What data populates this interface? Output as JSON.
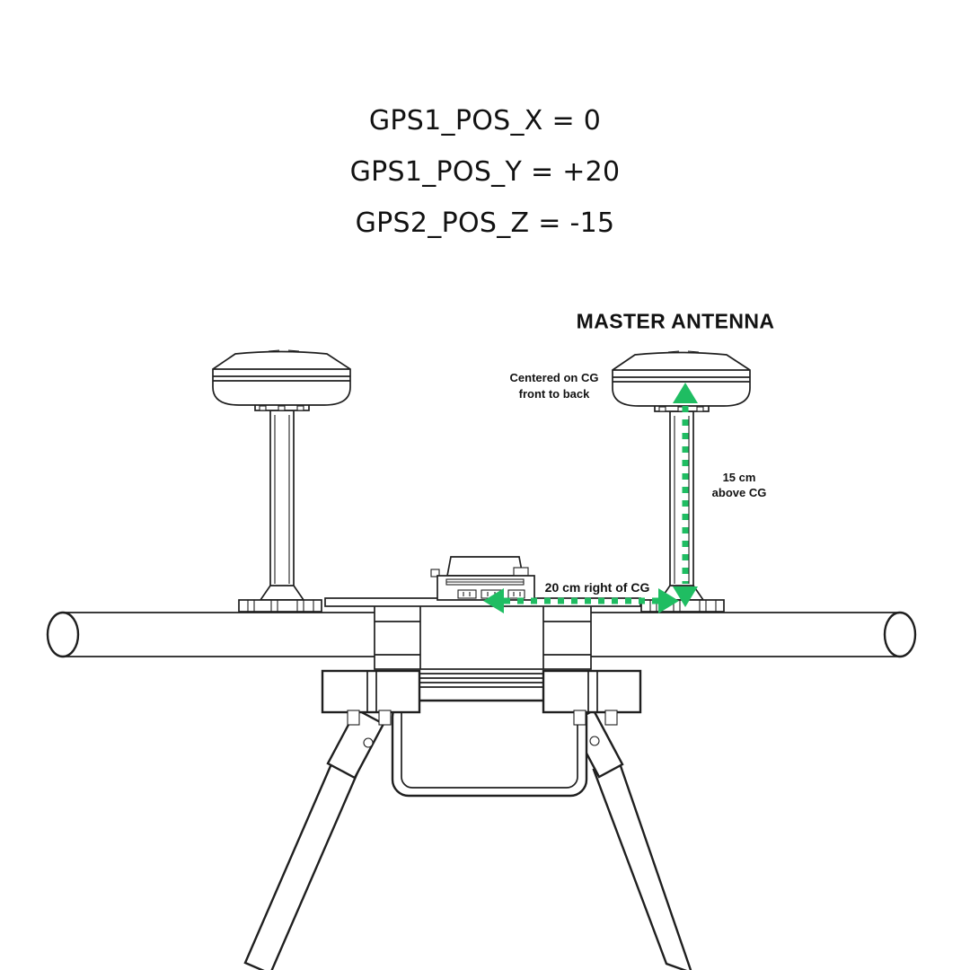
{
  "colors": {
    "accent_green": "#1fbd62",
    "ink": "#121212",
    "line": "#1f1f1f",
    "background": "#ffffff"
  },
  "parameters": {
    "line1": "GPS1_POS_X = 0",
    "line2": "GPS1_POS_Y = +20",
    "line3": "GPS2_POS_Z = -15"
  },
  "labels": {
    "master_antenna": "MASTER ANTENNA",
    "centered_on_cg": {
      "line1": "Centered on CG",
      "line2": "front to back"
    },
    "above_cg": {
      "line1": "15 cm",
      "line2": "above CG"
    },
    "right_of_cg": "20 cm right of CG"
  }
}
